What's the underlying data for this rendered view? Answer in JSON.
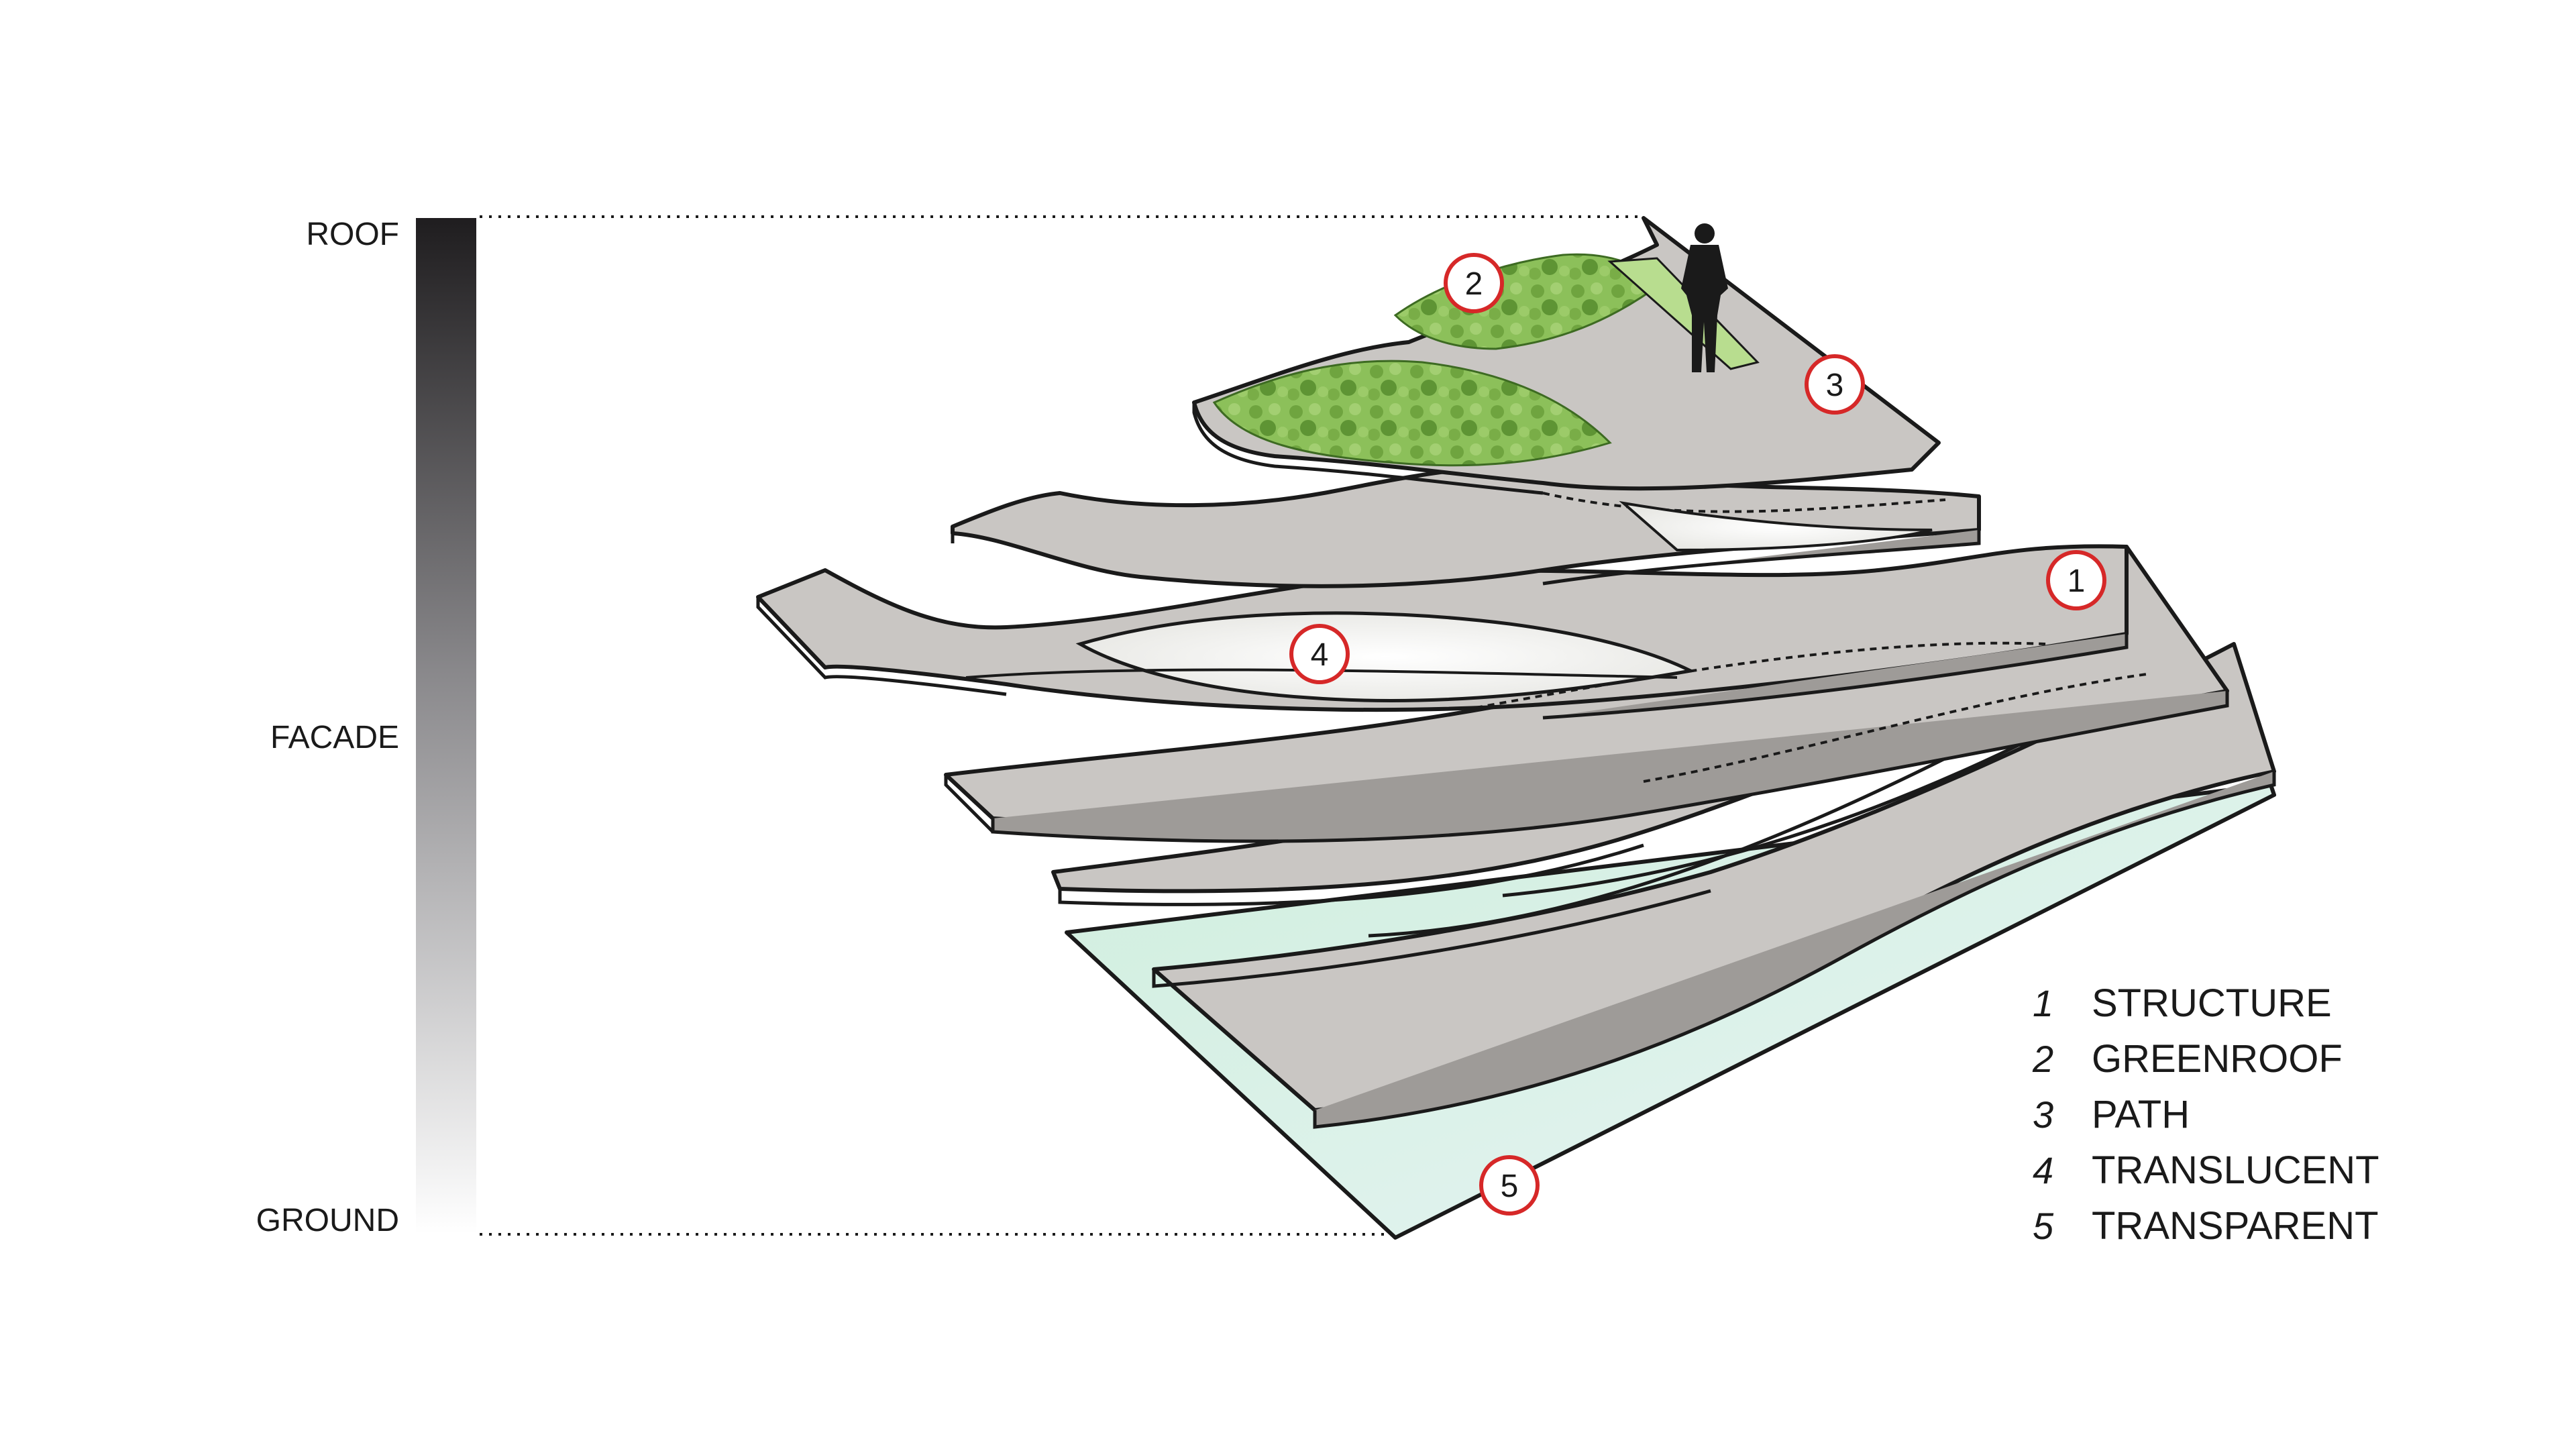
{
  "scale": {
    "top_label": "ROOF",
    "mid_label": "FACADE",
    "bottom_label": "GROUND",
    "gradient_top_color": "#1f1d1f",
    "gradient_bottom_color": "#ffffff"
  },
  "callouts": [
    {
      "number": "1"
    },
    {
      "number": "2"
    },
    {
      "number": "3"
    },
    {
      "number": "4"
    },
    {
      "number": "5"
    }
  ],
  "legend": [
    {
      "number": "1",
      "label": "STRUCTURE"
    },
    {
      "number": "2",
      "label": "GREENROOF"
    },
    {
      "number": "3",
      "label": "PATH"
    },
    {
      "number": "4",
      "label": "TRANSLUCENT"
    },
    {
      "number": "5",
      "label": "TRANSPARENT"
    }
  ],
  "colors": {
    "slab_fill": "#c9c6c3",
    "slab_edge": "#9e9b98",
    "outline": "#1a1a1a",
    "greenroof": "#7fb54a",
    "greenroof_dark": "#4f8a2c",
    "translucent": "#f3f3f0",
    "transparent_glass": "#d6eedf",
    "callout_ring": "#d62828",
    "person_silhouette": "#1a1a1a"
  }
}
